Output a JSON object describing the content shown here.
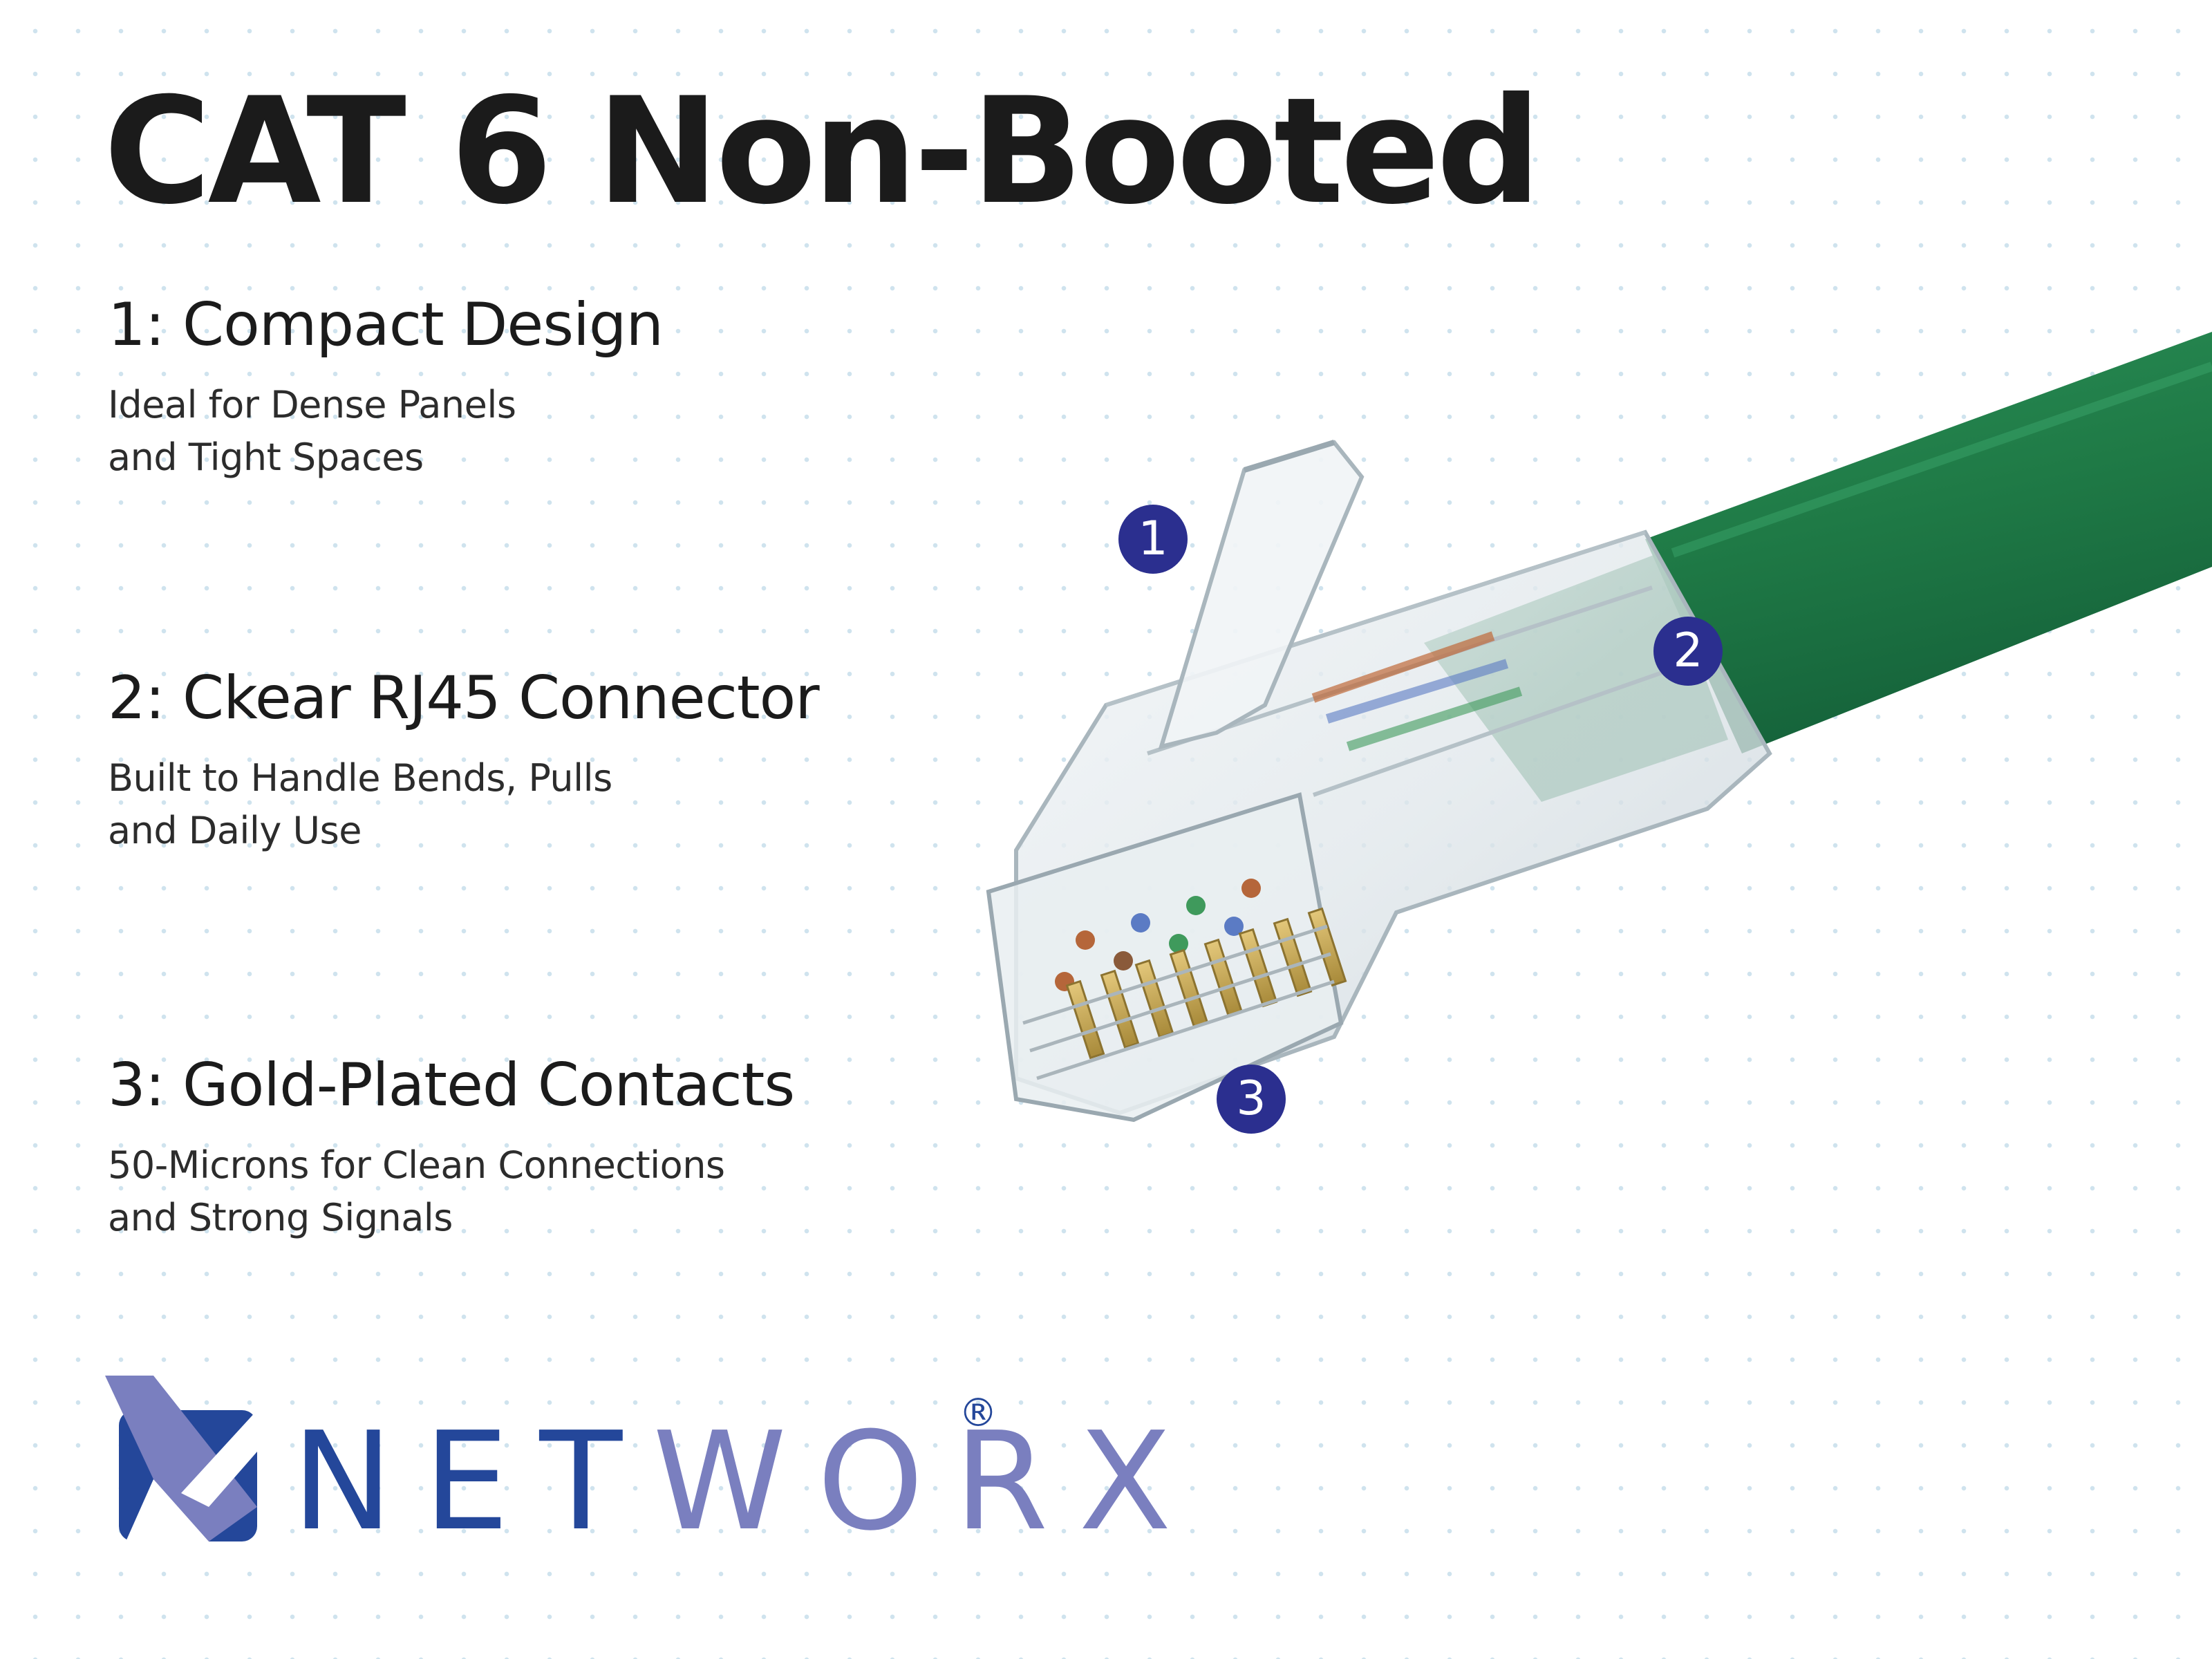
{
  "title": "CAT 6 Non-Booted",
  "features": [
    {
      "heading": "1: Compact Design",
      "line1": "Ideal for Dense Panels",
      "line2": "and Tight Spaces"
    },
    {
      "heading": "2: Ckear RJ45 Connector",
      "line1": "Built to Handle Bends, Pulls",
      "line2": "and Daily Use"
    },
    {
      "heading": "3: Gold-Plated Contacts",
      "line1": "50-Microns for Clean Connections",
      "line2": "and Strong Signals"
    }
  ],
  "markers": [
    "1",
    "2",
    "3"
  ],
  "logo": {
    "part1": "NET",
    "part2": "WORX",
    "registered": "®"
  },
  "colors": {
    "marker": "#2b2f8f",
    "brand_dark": "#24479a",
    "brand_light": "#7a7fbf",
    "cable": "#1f7a46",
    "background_dots": "#cfe3ee"
  }
}
